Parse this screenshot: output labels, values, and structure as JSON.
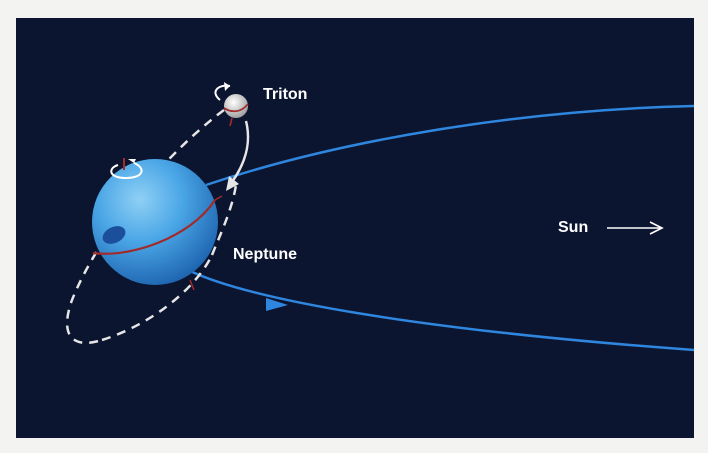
{
  "labels": {
    "moon": "Triton",
    "planet": "Neptune",
    "star": "Sun"
  },
  "icons": {
    "star_direction": "arrow-right-icon",
    "moon_rotation": "rotation-arrow-icon",
    "planet_rotation": "rotation-arrow-icon",
    "orbit_direction": "arrowhead-icon"
  },
  "colors": {
    "background": "#0c1530",
    "frame": "#f3f3f1",
    "orbit_path": "#2f86de",
    "planet": "#3f9ee0",
    "equator": "#a12a2a",
    "moon_orbit": "#e6e6e6",
    "text": "#ffffff"
  }
}
